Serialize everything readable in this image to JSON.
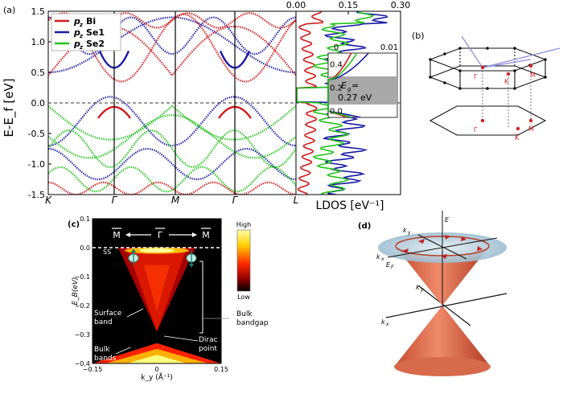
{
  "chart_data": [
    {
      "type": "line",
      "panel_label": "(a)",
      "title": "",
      "ylabel": "E-E_f [eV]",
      "ylim": [
        -1.5,
        1.5
      ],
      "y_ticks": [
        "1.5",
        "1.0",
        "0.5",
        "0.0",
        "-0.5",
        "-1.0",
        "-1.5"
      ],
      "x_ticks": [
        "K",
        "Γ",
        "M",
        "Γ",
        "L"
      ],
      "fermi_level": 0.0,
      "series": [
        {
          "name": "p_z Bi",
          "label_sub": "Bi",
          "color": "#d11a1a"
        },
        {
          "name": "p_z Se1",
          "label_sub": "Se1",
          "color": "#1a1aa6"
        },
        {
          "name": "p_z Se2",
          "label_sub": "Se2",
          "color": "#22c41a"
        }
      ],
      "legend_prefix": "p",
      "legend_sub": "z"
    },
    {
      "type": "line",
      "panel_label": "",
      "xlabel": "LDOS [eV⁻¹]",
      "x_ticks_top": [
        "0.00",
        "0.15",
        "0.30"
      ],
      "xlim": [
        0,
        0.3
      ],
      "inset": {
        "x_ticks_top": [
          "0",
          "0.01"
        ],
        "y_ticks": [
          "0.4",
          "0.2",
          "0.0"
        ],
        "gap_label_1": "E",
        "gap_label_sub": "g",
        "gap_label_eq": " =",
        "gap_label_2": "0.27 eV",
        "gap": 0.27
      }
    },
    {
      "type": "heatmap",
      "panel_label": "(c)",
      "ylabel": "E_B(eV)",
      "xlabel": "k_y (Å⁻¹)",
      "ylim": [
        -0.4,
        0.1
      ],
      "xlim": [
        -0.15,
        0.15
      ],
      "y_ticks": [
        "0.1",
        "0.0",
        "−0.1",
        "−0.2",
        "−0.3",
        "−0.4"
      ],
      "x_ticks": [
        "−0.15",
        "0",
        "0.15"
      ],
      "k_labels": [
        "M",
        "Γ",
        "M"
      ],
      "colorbar": {
        "high": "High",
        "low": "Low"
      },
      "annotations": {
        "ss": "SS",
        "surface_band_1": "Surface",
        "surface_band_2": "band",
        "bulk_bandgap_1": "Bulk",
        "bulk_bandgap_2": "bandgap",
        "dirac_1": "Dirac",
        "dirac_2": "point",
        "bulk_bands_1": "Bulk",
        "bulk_bands_2": "bands"
      }
    }
  ],
  "panel_b": {
    "label": "(b)",
    "points": [
      "Γ",
      "K",
      "M",
      "Γ̄",
      "K̄",
      "M̄"
    ]
  },
  "panel_d": {
    "label": "(d)",
    "axes": [
      "E",
      "k",
      "y",
      "k",
      "x",
      "E",
      "F",
      "k",
      "y",
      "k",
      "x"
    ]
  }
}
